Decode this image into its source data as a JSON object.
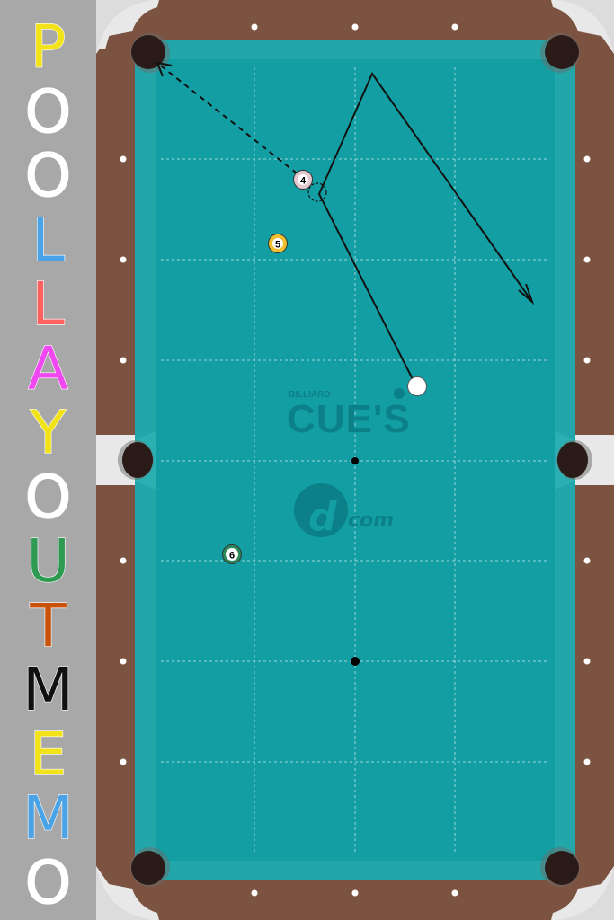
{
  "app": {
    "title_letters": [
      {
        "char": "P",
        "color": "#f2e21a"
      },
      {
        "char": "O",
        "color": "#ffffff"
      },
      {
        "char": "O",
        "color": "#ffffff"
      },
      {
        "char": "L",
        "color": "#4aa3e6"
      },
      {
        "char": "L",
        "color": "#ff6060"
      },
      {
        "char": "A",
        "color": "#f048f0"
      },
      {
        "char": "Y",
        "color": "#f2e21a"
      },
      {
        "char": "O",
        "color": "#ffffff"
      },
      {
        "char": "U",
        "color": "#2e9a52"
      },
      {
        "char": "T",
        "color": "#c8520a"
      },
      {
        "char": "M",
        "color": "#111111"
      },
      {
        "char": "E",
        "color": "#f2e21a"
      },
      {
        "char": "M",
        "color": "#4aa3e6"
      },
      {
        "char": "O",
        "color": "#ffffff"
      }
    ]
  },
  "table": {
    "felt_color": "#139ea3",
    "rail_color": "#7b5340",
    "cushion_color": "#2ab0b3",
    "logo": {
      "small": "BILLIARD",
      "big": "CUE'S",
      "brand": "com"
    }
  },
  "balls": [
    {
      "label": "4",
      "kind": "stripe",
      "color": "#e6c8d0"
    },
    {
      "label": "5",
      "kind": "solid",
      "color": "#f0c030"
    },
    {
      "label": "6",
      "kind": "stripe",
      "color": "#2e8a5a"
    },
    {
      "label": "",
      "kind": "cue",
      "color": "#ffffff"
    }
  ]
}
